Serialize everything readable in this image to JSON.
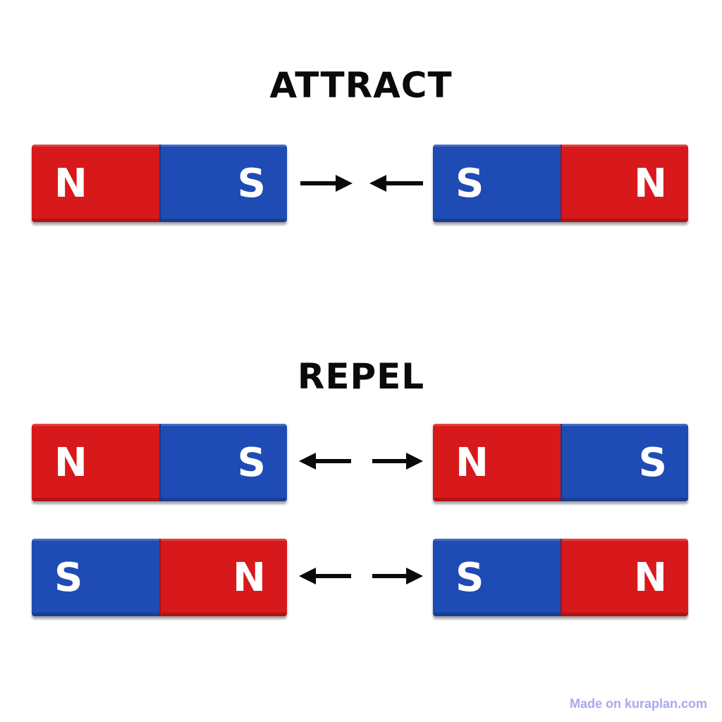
{
  "attract": {
    "heading": "ATTRACT",
    "rows": [
      {
        "left_magnet": {
          "poles": [
            "N",
            "S"
          ],
          "colors": [
            "#d8191c",
            "#1f4bb4"
          ]
        },
        "arrows": "inward",
        "right_magnet": {
          "poles": [
            "S",
            "N"
          ],
          "colors": [
            "#1f4bb4",
            "#d8191c"
          ]
        }
      }
    ]
  },
  "repel": {
    "heading": "REPEL",
    "rows": [
      {
        "left_magnet": {
          "poles": [
            "N",
            "S"
          ],
          "colors": [
            "#d8191c",
            "#1f4bb4"
          ]
        },
        "arrows": "outward",
        "right_magnet": {
          "poles": [
            "N",
            "S"
          ],
          "colors": [
            "#d8191c",
            "#1f4bb4"
          ]
        }
      },
      {
        "left_magnet": {
          "poles": [
            "S",
            "N"
          ],
          "colors": [
            "#1f4bb4",
            "#d8191c"
          ]
        },
        "arrows": "outward",
        "right_magnet": {
          "poles": [
            "S",
            "N"
          ],
          "colors": [
            "#1f4bb4",
            "#d8191c"
          ]
        }
      }
    ]
  },
  "colors": {
    "north": "#d8191c",
    "south": "#1f4bb4",
    "arrow": "#0a0a0a"
  },
  "watermark": "Made on kuraplan.com"
}
